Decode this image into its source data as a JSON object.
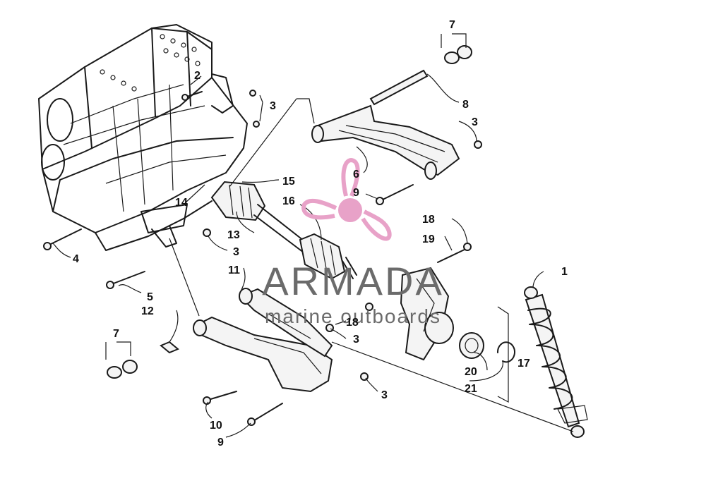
{
  "watermark": {
    "brand": "ARMADA",
    "tagline": "marine outboards",
    "logo_color": "#e8a2c8",
    "text_color": "#6b6b6b"
  },
  "callouts": [
    {
      "id": "c1",
      "label": "1"
    },
    {
      "id": "c2",
      "label": "2"
    },
    {
      "id": "c3a",
      "label": "3"
    },
    {
      "id": "c3b",
      "label": "3"
    },
    {
      "id": "c3c",
      "label": "3"
    },
    {
      "id": "c3d",
      "label": "3"
    },
    {
      "id": "c3e",
      "label": "3"
    },
    {
      "id": "c4",
      "label": "4"
    },
    {
      "id": "c5",
      "label": "5"
    },
    {
      "id": "c6",
      "label": "6"
    },
    {
      "id": "c7a",
      "label": "7"
    },
    {
      "id": "c7b",
      "label": "7"
    },
    {
      "id": "c8",
      "label": "8"
    },
    {
      "id": "c9a",
      "label": "9"
    },
    {
      "id": "c9b",
      "label": "9"
    },
    {
      "id": "c10",
      "label": "10"
    },
    {
      "id": "c11",
      "label": "11"
    },
    {
      "id": "c12",
      "label": "12"
    },
    {
      "id": "c13",
      "label": "13"
    },
    {
      "id": "c14",
      "label": "14"
    },
    {
      "id": "c15",
      "label": "15"
    },
    {
      "id": "c16",
      "label": "16"
    },
    {
      "id": "c17",
      "label": "17"
    },
    {
      "id": "c18a",
      "label": "18"
    },
    {
      "id": "c18b",
      "label": "18"
    },
    {
      "id": "c19",
      "label": "19"
    },
    {
      "id": "c20",
      "label": "20"
    },
    {
      "id": "c21",
      "label": "21"
    }
  ]
}
